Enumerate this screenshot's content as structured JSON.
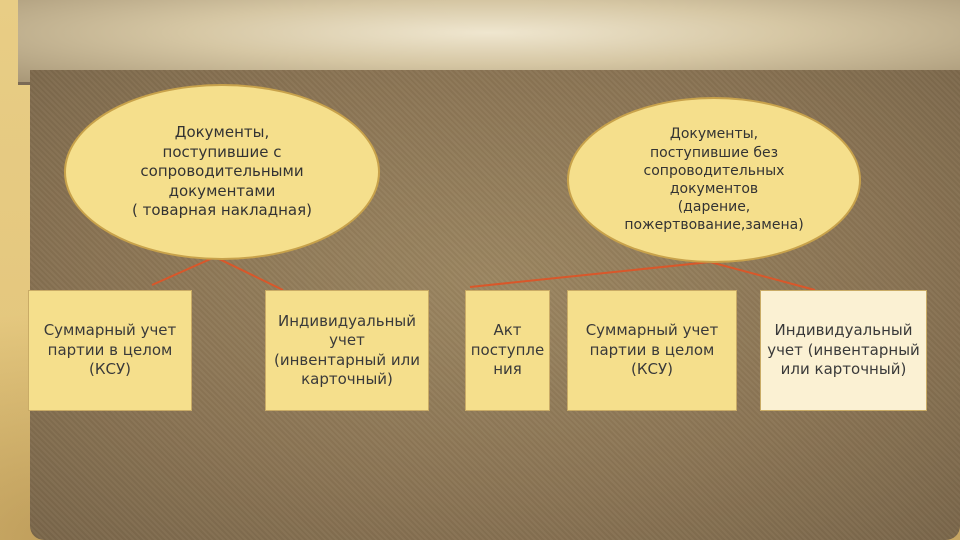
{
  "diagram": {
    "top_nodes": [
      {
        "label": "Документы,\nпоступившие с\nсопроводительными\nдокументами\n( товарная накладная)"
      },
      {
        "label": "Документы,\nпоступившие без\nсопроводительных\nдокументов\n(дарение,\nпожертвование,замена)"
      }
    ],
    "bottom_nodes": [
      {
        "label": "Суммарный учет\nпартии в целом\n(КСУ)"
      },
      {
        "label": "Индивидуальный\nучет\n(инвентарный или\nкарточный)"
      },
      {
        "label": "Акт\nпоступле\nния"
      },
      {
        "label": "Суммарный учет\nпартии в целом\n(КСУ)"
      },
      {
        "label": "Индивидуальный\nучет  (инвентарный\nили карточный)"
      }
    ],
    "colors": {
      "node_fill": "#f5df8c",
      "node_fill_light": "#fbf1d3",
      "connector": "#d9572a",
      "panel": "#8f7a58"
    }
  }
}
